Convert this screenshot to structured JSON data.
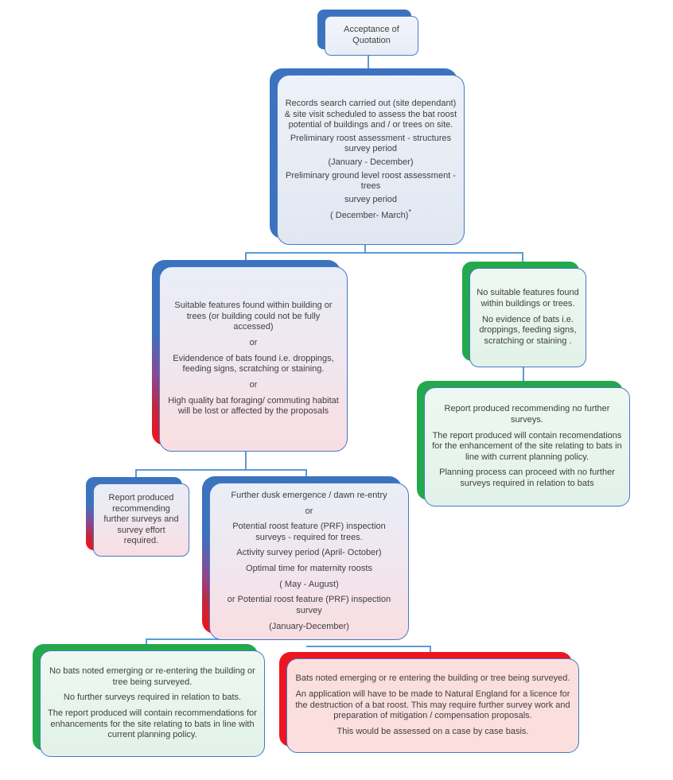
{
  "palette": {
    "blue_shadow": "#3B73BF",
    "green_shadow": "#22A94C",
    "red_shadow": "#EC1520",
    "border_blue": "#4779C4",
    "connector_blue": "#5B9BD5",
    "text_color": "#3F3F3F"
  },
  "nodes": {
    "acceptance": {
      "paragraphs": [
        "Acceptance of Quotation"
      ]
    },
    "records_search": {
      "paragraphs": [
        "Records search carried out (site dependant) & site visit scheduled to assess the bat roost potential of buildings and / or trees on site.",
        "Preliminary roost assessment - structures survey period",
        "(January - December)",
        "Preliminary ground level roost assessment -trees",
        "survey  period"
      ],
      "trees_period": "( December- March)",
      "footnote_marker": "*"
    },
    "suitable_features": {
      "paragraphs": [
        "Suitable features found within building or trees (or building could not be fully accessed)",
        "or",
        "Evidendence of  bats found i.e. droppings, feeding signs, scratching or staining.",
        "or",
        "High quality bat foraging/ commuting habitat will be lost or affected by the proposals"
      ]
    },
    "no_suitable_features": {
      "paragraphs": [
        "No suitable features found within buildings or trees.",
        "No evidence of bats i.e. droppings, feeding signs, scratching or staining ."
      ]
    },
    "report_no_further_surveys": {
      "paragraphs": [
        "Report produced recommending  no further surveys.",
        "The report produced will contain recomendations for the enhancement of the site relating  to bats in line with current planning policy.",
        "Planning process  can proceed with no further surveys required in relation to bats"
      ]
    },
    "report_further_surveys": {
      "paragraphs": [
        "Report produced recommending further surveys and survey effort required."
      ]
    },
    "further_surveys": {
      "paragraphs": [
        "Further dusk emergence / dawn re-entry",
        "or",
        "Potential roost feature (PRF) inspection surveys - required for trees.",
        "Activity survey period (April- October)",
        "Optimal time for maternity roosts",
        "( May - August)",
        "or Potential roost feature (PRF) inspection survey",
        "(January-December)"
      ]
    },
    "no_bats_noted": {
      "paragraphs": [
        "No bats noted emerging or re-entering the building or tree being surveyed.",
        "No further surveys required in relation to bats.",
        "The report produced will contain recommendations for enhancements for the site relating to bats in line with current planning policy."
      ]
    },
    "bats_noted": {
      "paragraphs": [
        "Bats noted emerging or re entering the building or tree being surveyed.",
        "An application will have to be made to Natural England for a licence for the destruction of a bat roost. This may require further survey work and preparation of mitigation / compensation proposals.",
        "This would be assessed on a case by case basis."
      ]
    }
  }
}
